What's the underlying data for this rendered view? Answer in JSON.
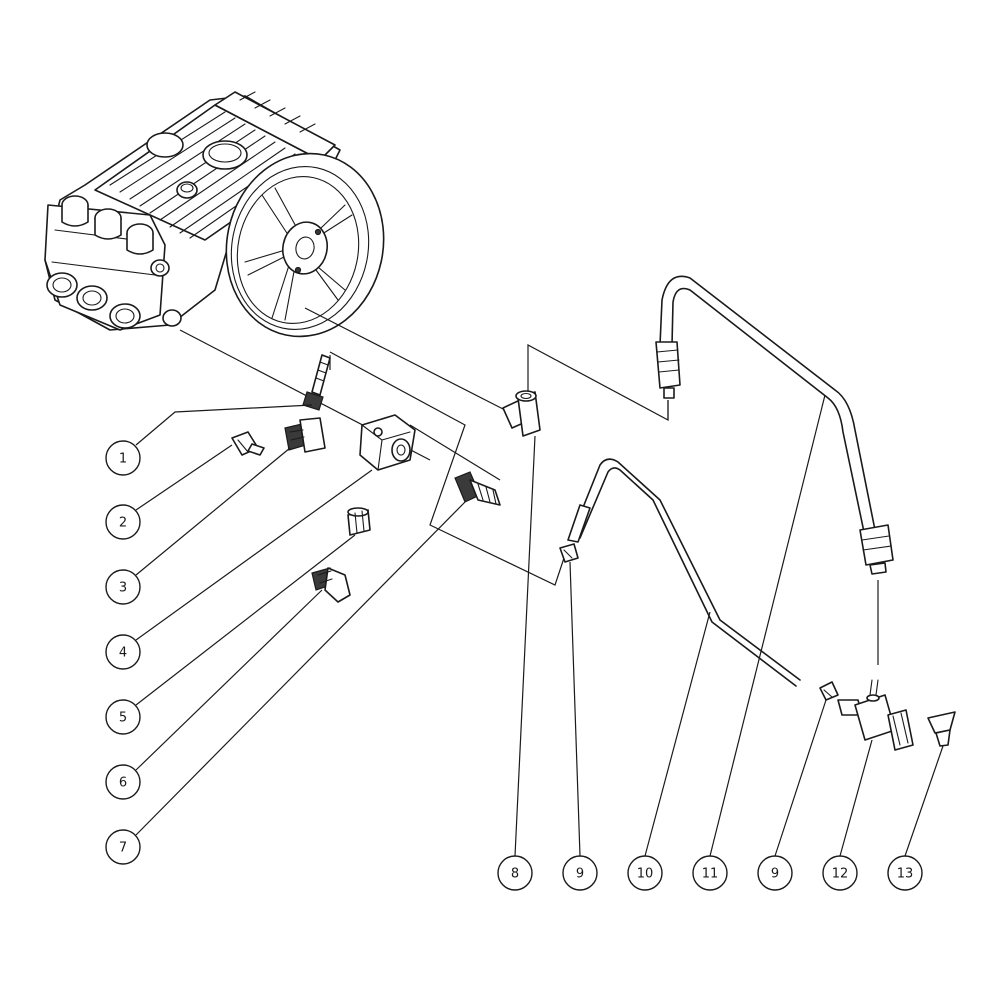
{
  "colors": {
    "line": "#1a1a1a",
    "paper": "#ffffff",
    "shade": "#d9d9d9",
    "dark": "#3a3a3a"
  },
  "callouts": [
    {
      "label": "1"
    },
    {
      "label": "2"
    },
    {
      "label": "3"
    },
    {
      "label": "4"
    },
    {
      "label": "5"
    },
    {
      "label": "6"
    },
    {
      "label": "7"
    },
    {
      "label": "8"
    },
    {
      "label": "9"
    },
    {
      "label": "10"
    },
    {
      "label": "11"
    },
    {
      "label": "9"
    },
    {
      "label": "12"
    },
    {
      "label": "13"
    }
  ]
}
